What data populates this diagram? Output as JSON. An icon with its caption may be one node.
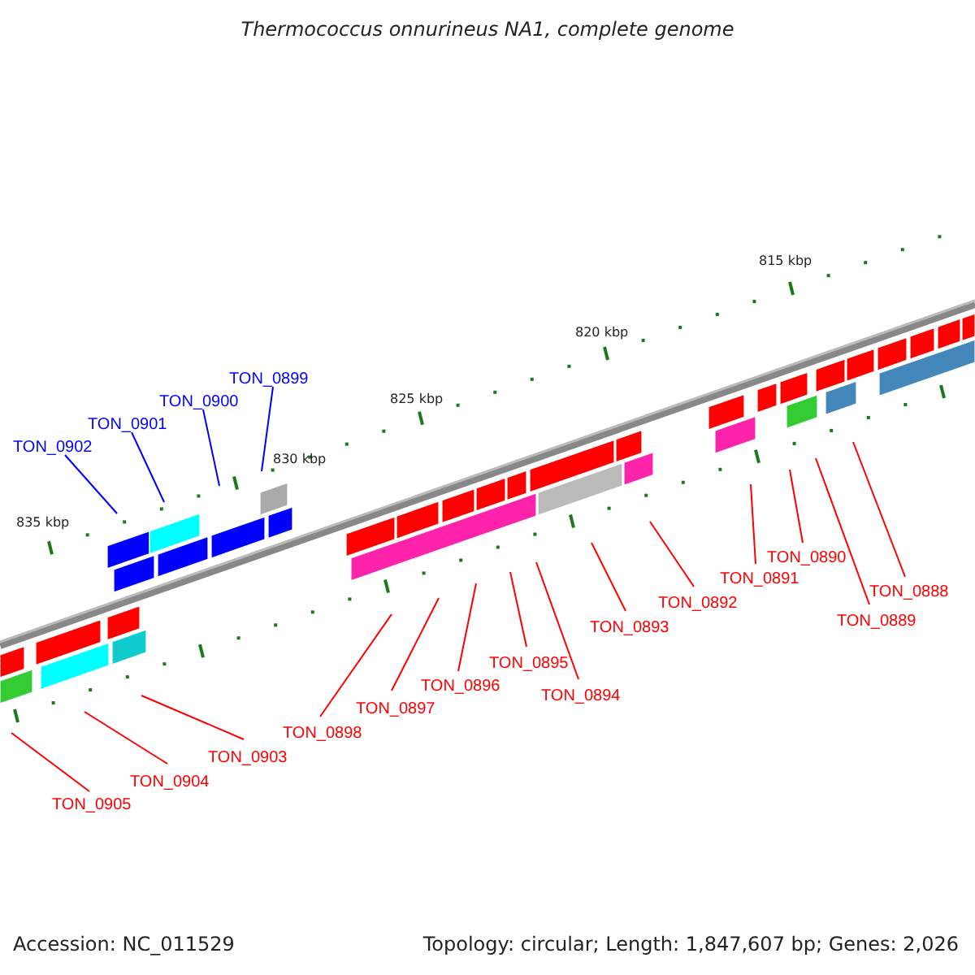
{
  "diagram": {
    "title": "Thermococcus onnurineus NA1, complete genome",
    "nodes": [
      {
        "text": [
          "TON_0888"
        ]
      },
      {
        "text": [
          "TON_0889"
        ]
      },
      {
        "text": [
          "TON_0890"
        ]
      },
      {
        "text": [
          "TON_0891"
        ]
      },
      {
        "text": [
          "TON_0892"
        ]
      },
      {
        "text": [
          "TON_0893"
        ]
      },
      {
        "text": [
          "TON_0894"
        ]
      },
      {
        "text": [
          "TON_0895"
        ]
      },
      {
        "text": [
          "TON_0896"
        ]
      },
      {
        "text": [
          "TON_0897"
        ]
      },
      {
        "text": [
          "TON_0898"
        ]
      },
      {
        "text": [
          "TON_0899"
        ]
      },
      {
        "text": [
          "TON_0900"
        ]
      },
      {
        "text": [
          "TON_0901"
        ]
      },
      {
        "text": [
          "TON_0902"
        ]
      },
      {
        "text": [
          "TON_0903"
        ]
      },
      {
        "text": [
          "TON_0904"
        ]
      },
      {
        "text": [
          "TON_0905"
        ]
      }
    ],
    "edges": [
      {
        "from": 0,
        "to": null,
        "arrow": "none"
      },
      {
        "from": 1,
        "to": null,
        "arrow": "none"
      },
      {
        "from": 2,
        "to": null,
        "arrow": "none"
      },
      {
        "from": 3,
        "to": null,
        "arrow": "none"
      },
      {
        "from": 4,
        "to": null,
        "arrow": "none"
      },
      {
        "from": 5,
        "to": null,
        "arrow": "none"
      },
      {
        "from": 6,
        "to": null,
        "arrow": "none"
      },
      {
        "from": 7,
        "to": null,
        "arrow": "none"
      },
      {
        "from": 8,
        "to": null,
        "arrow": "none"
      },
      {
        "from": 9,
        "to": null,
        "arrow": "none"
      },
      {
        "from": 10,
        "to": null,
        "arrow": "none"
      },
      {
        "from": 11,
        "to": null,
        "arrow": "none",
        "color": "#0000ff"
      },
      {
        "from": 12,
        "to": null,
        "arrow": "none",
        "color": "#0000ff"
      },
      {
        "from": 13,
        "to": null,
        "arrow": "none",
        "color": "#0000ff"
      },
      {
        "from": 14,
        "to": null,
        "arrow": "none",
        "color": "#0000ff"
      },
      {
        "from": 15,
        "to": null,
        "arrow": "none"
      },
      {
        "from": 16,
        "to": null,
        "arrow": "none"
      },
      {
        "from": 17,
        "to": null,
        "arrow": "none"
      }
    ],
    "labels": [
      "815 kbp",
      "820 kbp",
      "825 kbp",
      "830 kbp",
      "835 kbp",
      "Accession: NC_011529",
      "Topology: circular; Length: 1,847,607 bp; Genes: 2,026"
    ]
  }
}
